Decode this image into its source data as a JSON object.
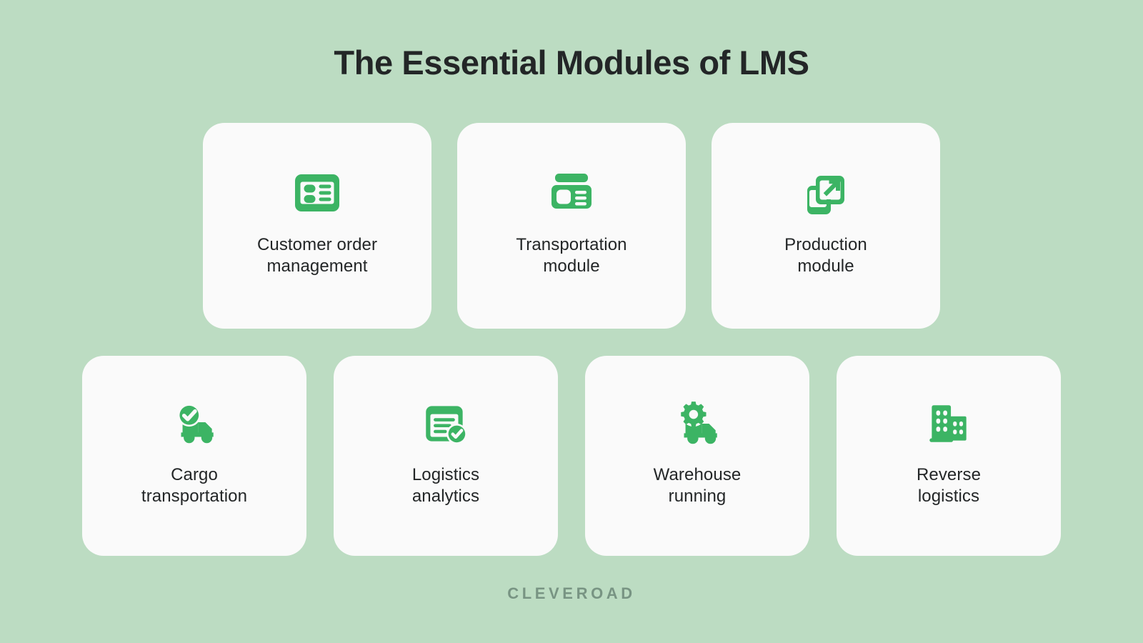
{
  "page": {
    "title": "The Essential Modules of LMS",
    "brand": "CLEVEROAD",
    "background_color": "#bcdcc2",
    "card_color": "#fafafa",
    "accent_color": "#3cb464",
    "title_color": "#232627",
    "label_color": "#232627",
    "brand_color": "#789483"
  },
  "rows": {
    "top": [
      {
        "id": "customer-order-management",
        "label": "Customer order\nmanagement",
        "icon": "list-form-icon"
      },
      {
        "id": "transportation-module",
        "label": "Transportation\nmodule",
        "icon": "id-card-icon"
      },
      {
        "id": "production-module",
        "label": "Production\nmodule",
        "icon": "external-link-icon"
      }
    ],
    "bottom": [
      {
        "id": "cargo-transportation",
        "label": "Cargo\ntransportation",
        "icon": "truck-check-icon"
      },
      {
        "id": "logistics-analytics",
        "label": "Logistics\nanalytics",
        "icon": "document-check-icon"
      },
      {
        "id": "warehouse-running",
        "label": "Warehouse\nrunning",
        "icon": "truck-gear-icon"
      },
      {
        "id": "reverse-logistics",
        "label": "Reverse\nlogistics",
        "icon": "buildings-icon"
      }
    ]
  }
}
